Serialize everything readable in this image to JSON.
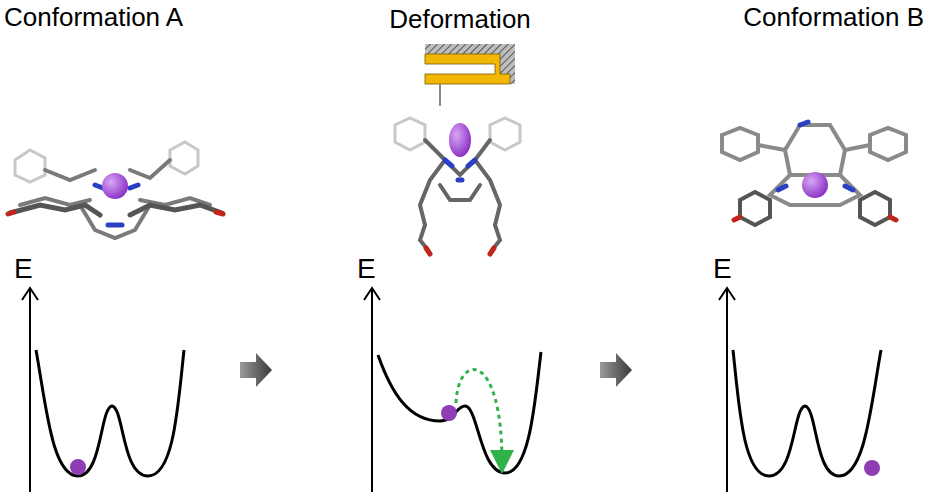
{
  "diagram": {
    "labels": [
      "Conformation A",
      "Deformation",
      "Conformation B",
      "E",
      "E",
      "E"
    ]
  }
}
